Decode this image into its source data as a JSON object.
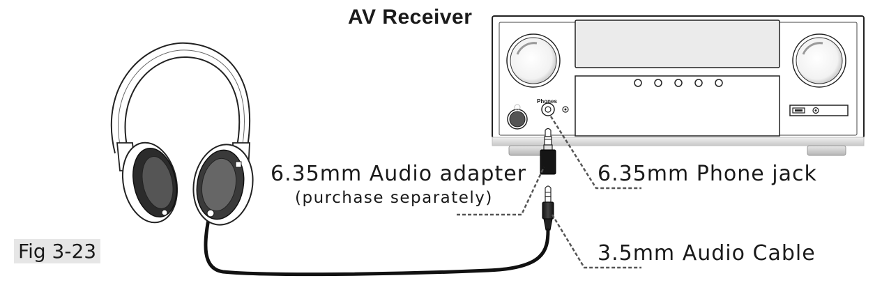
{
  "receiver": {
    "title": "AV Receiver",
    "phones_label": "Phones"
  },
  "labels": {
    "adapter": "6.35mm Audio adapter",
    "adapter_note": "(purchase separately)",
    "phone_jack": "6.35mm Phone jack",
    "audio_cable": "3.5mm Audio Cable"
  },
  "figure": {
    "caption": "Fig 3-23"
  }
}
